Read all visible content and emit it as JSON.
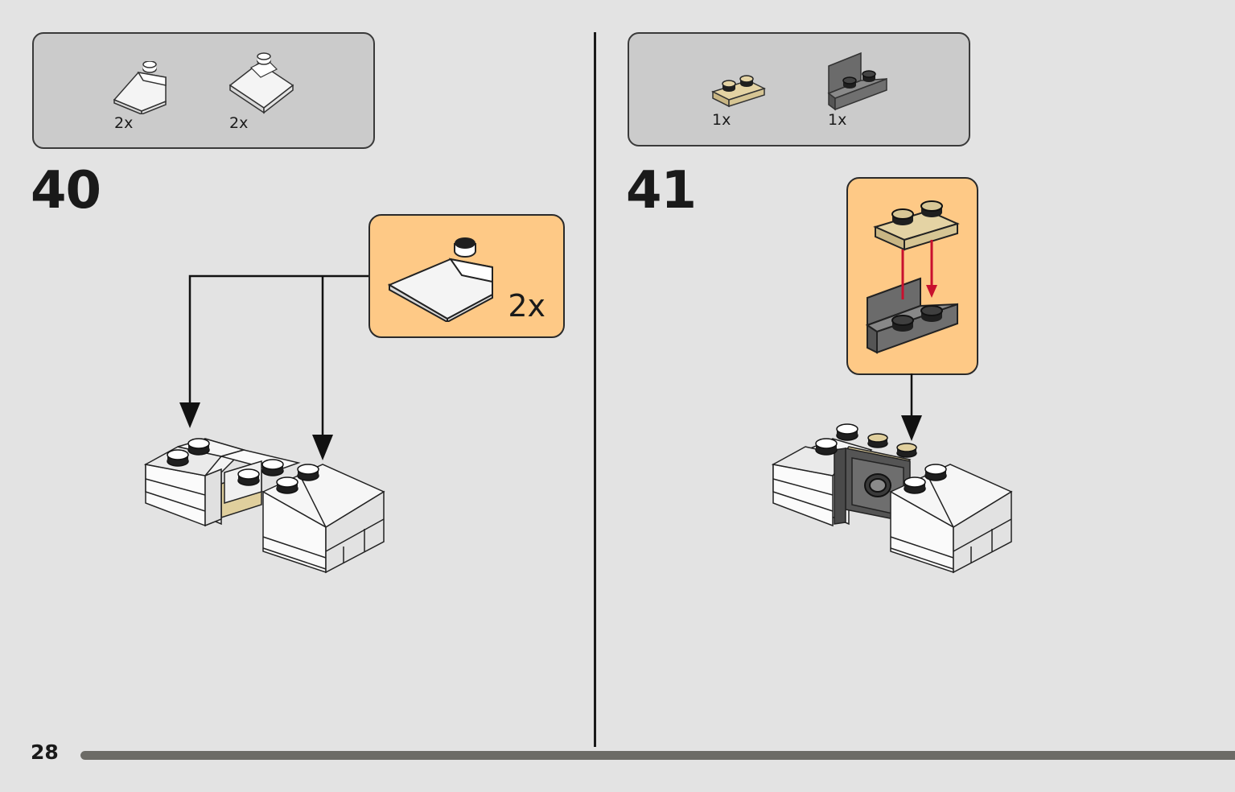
{
  "colors": {
    "background": "#e3e3e3",
    "parts_box": "#cbcbcb",
    "callout": "#fec986",
    "tan": "#e4d3a4",
    "dark_gray": "#6b6b6b",
    "red_arrow": "#c8102e"
  },
  "step40": {
    "number": "40",
    "parts": [
      {
        "icon": "slope-1x2-white-icon",
        "qty": "2x"
      },
      {
        "icon": "slope-2x2-white-icon",
        "qty": "2x"
      }
    ],
    "callout_qty": "2x"
  },
  "step41": {
    "number": "41",
    "parts": [
      {
        "icon": "plate-1x2-tan-icon",
        "qty": "1x"
      },
      {
        "icon": "bracket-1x2-dark-gray-icon",
        "qty": "1x"
      }
    ]
  },
  "footer": {
    "page_number": "28",
    "progress_fraction": 1.0
  }
}
